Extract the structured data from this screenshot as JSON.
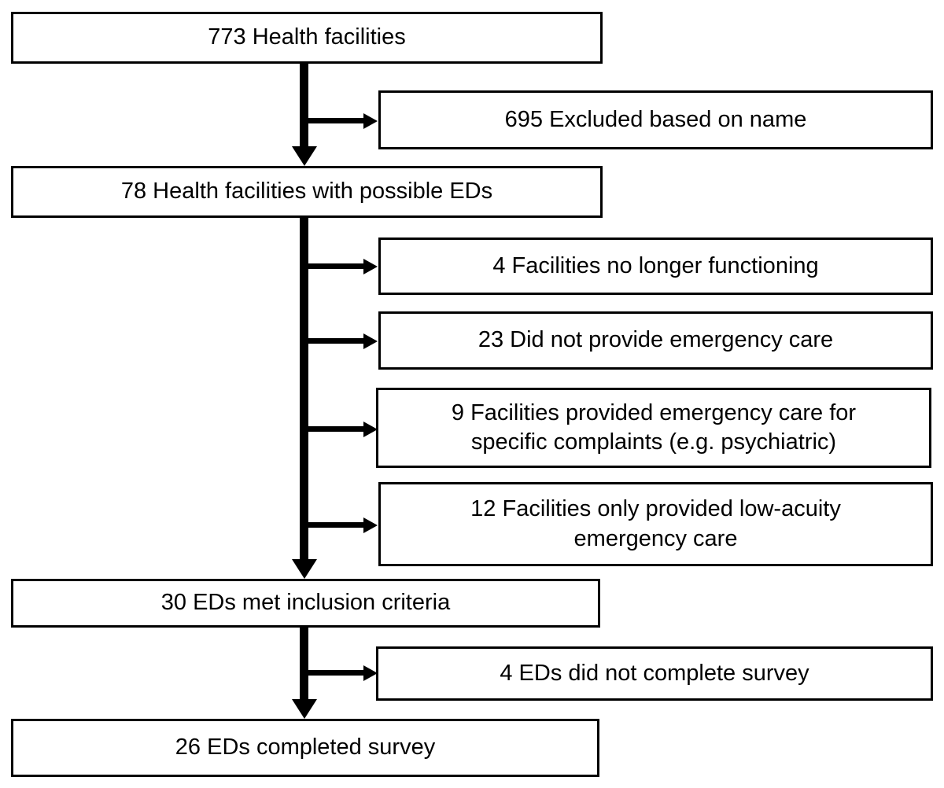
{
  "diagram": {
    "kind": "study-flowchart",
    "colors": {
      "background": "#ffffff",
      "border": "#000000",
      "text": "#000000",
      "arrow": "#000000"
    },
    "main_flow": [
      {
        "count": 773,
        "label": "773 Health facilities"
      },
      {
        "count": 78,
        "label": "78 Health facilities with possible EDs"
      },
      {
        "count": 30,
        "label": "30 EDs met inclusion criteria"
      },
      {
        "count": 26,
        "label": "26 EDs completed survey"
      }
    ],
    "exclusions": [
      {
        "count": 695,
        "label": "695 Excluded based on name"
      },
      {
        "count": 4,
        "label": "4 Facilities no longer functioning"
      },
      {
        "count": 23,
        "label": "23 Did not provide emergency care"
      },
      {
        "count": 9,
        "label": "9 Facilities provided emergency care for\nspecific complaints (e.g. psychiatric)"
      },
      {
        "count": 12,
        "label": "12 Facilities only provided low-acuity\nemergency care"
      },
      {
        "count": 4,
        "label": "4 EDs did not complete survey"
      }
    ]
  }
}
